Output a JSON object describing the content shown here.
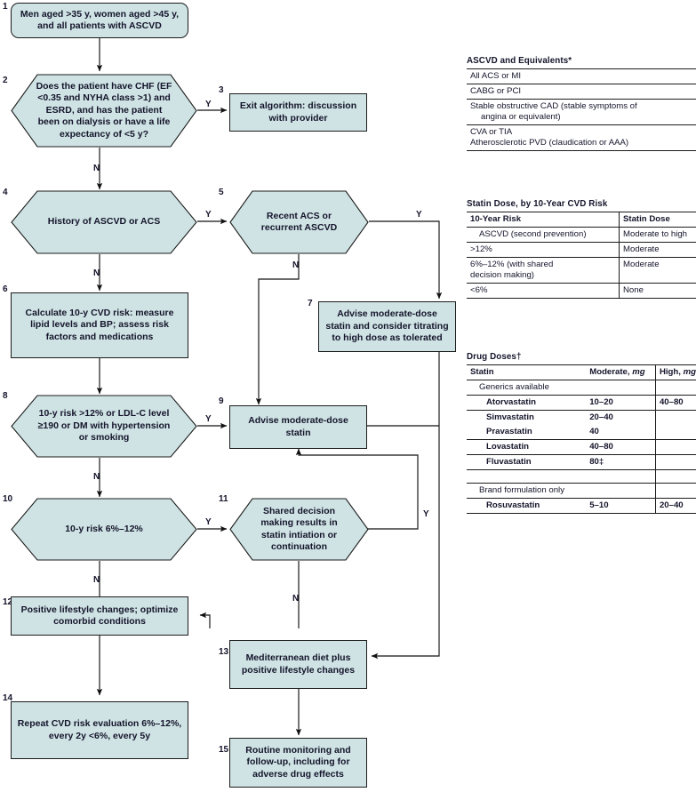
{
  "flowchart": {
    "nodes": [
      {
        "num": "1",
        "text": "Men aged >35 y, women aged >45 y, and all patients with ASCVD",
        "shape": "rounded"
      },
      {
        "num": "2",
        "text": "Does the patient have CHF (EF <0.35 and NYHA class >1) and ESRD, and has the patient been on dialysis or have a life expectancy of <5 y?",
        "shape": "hex"
      },
      {
        "num": "3",
        "text": "Exit algorithm: discussion with provider",
        "shape": "rect"
      },
      {
        "num": "4",
        "text": "History of ASCVD or ACS",
        "shape": "hex"
      },
      {
        "num": "5",
        "text": "Recent ACS or recurrent ASCVD",
        "shape": "hex"
      },
      {
        "num": "6",
        "text": "Calculate 10-y CVD risk: measure lipid levels and BP; assess risk factors and medications",
        "shape": "rect"
      },
      {
        "num": "7",
        "text": "Advise moderate-dose statin and consider titrating to high dose as tolerated",
        "shape": "rect"
      },
      {
        "num": "8",
        "text": "10-y risk >12% or LDL-C level ≥190 or DM with hypertension or smoking",
        "shape": "hex"
      },
      {
        "num": "9",
        "text": "Advise moderate-dose statin",
        "shape": "rect"
      },
      {
        "num": "10",
        "text": "10-y risk 6%–12%",
        "shape": "hex"
      },
      {
        "num": "11",
        "text": "Shared decision making results in statin intiation or continuation",
        "shape": "hex"
      },
      {
        "num": "12",
        "text": "Positive lifestyle changes; optimize comorbid conditions",
        "shape": "rect"
      },
      {
        "num": "13",
        "text": "Mediterranean diet plus positive lifestyle changes",
        "shape": "rect"
      },
      {
        "num": "14",
        "text": "Repeat CVD risk evaluation 6%–12%, every 2y <6%, every 5y",
        "shape": "rect"
      },
      {
        "num": "15",
        "text": "Routine monitoring and follow-up, including for adverse drug effects",
        "shape": "rect"
      }
    ],
    "branch_labels": {
      "yes": "Y",
      "no": "N"
    },
    "colors": {
      "node_fill": "#cfe3e4",
      "node_stroke": "#1b1b1b",
      "text": "#14142b"
    }
  },
  "tables": {
    "ascvd": {
      "title": "ASCVD and Equivalents*",
      "rows": [
        "All ACS or MI",
        "CABG or PCI",
        "Stable obstructive CAD (stable symptoms of angina or equivalent)",
        "CVA or TIA",
        "Atherosclerotic PVD (claudication or AAA)"
      ],
      "row3_line1": "Stable obstructive CAD (stable symptoms of",
      "row3_line2": "angina or equivalent)"
    },
    "statin_dose": {
      "title": "Statin Dose, by 10-Year CVD Risk",
      "headers": [
        "10-Year Risk",
        "Statin Dose"
      ],
      "rows": [
        {
          "risk": "ASCVD (second prevention)",
          "dose": "Moderate to high",
          "indent": true
        },
        {
          "risk": ">12%",
          "dose": "Moderate",
          "indent": false
        },
        {
          "risk": "6%–12% (with shared decision making)",
          "dose": "Moderate",
          "indent": false
        },
        {
          "risk": "<6%",
          "dose": "None",
          "indent": false
        }
      ],
      "row3_line1": "6%–12% (with shared",
      "row3_line2": "decision making)"
    },
    "drug_doses": {
      "title": "Drug Doses†",
      "headers": [
        "Statin",
        "Moderate, mg",
        "High, mg"
      ],
      "header_italic_parts": [
        "mg",
        "mg"
      ],
      "rows": [
        {
          "statin": "Generics available",
          "moderate": "",
          "high": "",
          "level": 1
        },
        {
          "statin": "Atorvastatin",
          "moderate": "10–20",
          "high": "40–80",
          "level": 2
        },
        {
          "statin": "Simvastatin",
          "moderate": "20–40",
          "high": "",
          "level": 2
        },
        {
          "statin": "Pravastatin",
          "moderate": "40",
          "high": "",
          "level": 2
        },
        {
          "statin": "Lovastatin",
          "moderate": "40–80",
          "high": "",
          "level": 2
        },
        {
          "statin": "Fluvastatin",
          "moderate": "80‡",
          "high": "",
          "level": 2
        },
        {
          "statin": "",
          "moderate": "",
          "high": "",
          "level": 0
        },
        {
          "statin": "Brand formulation only",
          "moderate": "",
          "high": "",
          "level": 1
        },
        {
          "statin": "Rosuvastatin",
          "moderate": "5–10",
          "high": "20–40",
          "level": 2
        }
      ]
    }
  }
}
